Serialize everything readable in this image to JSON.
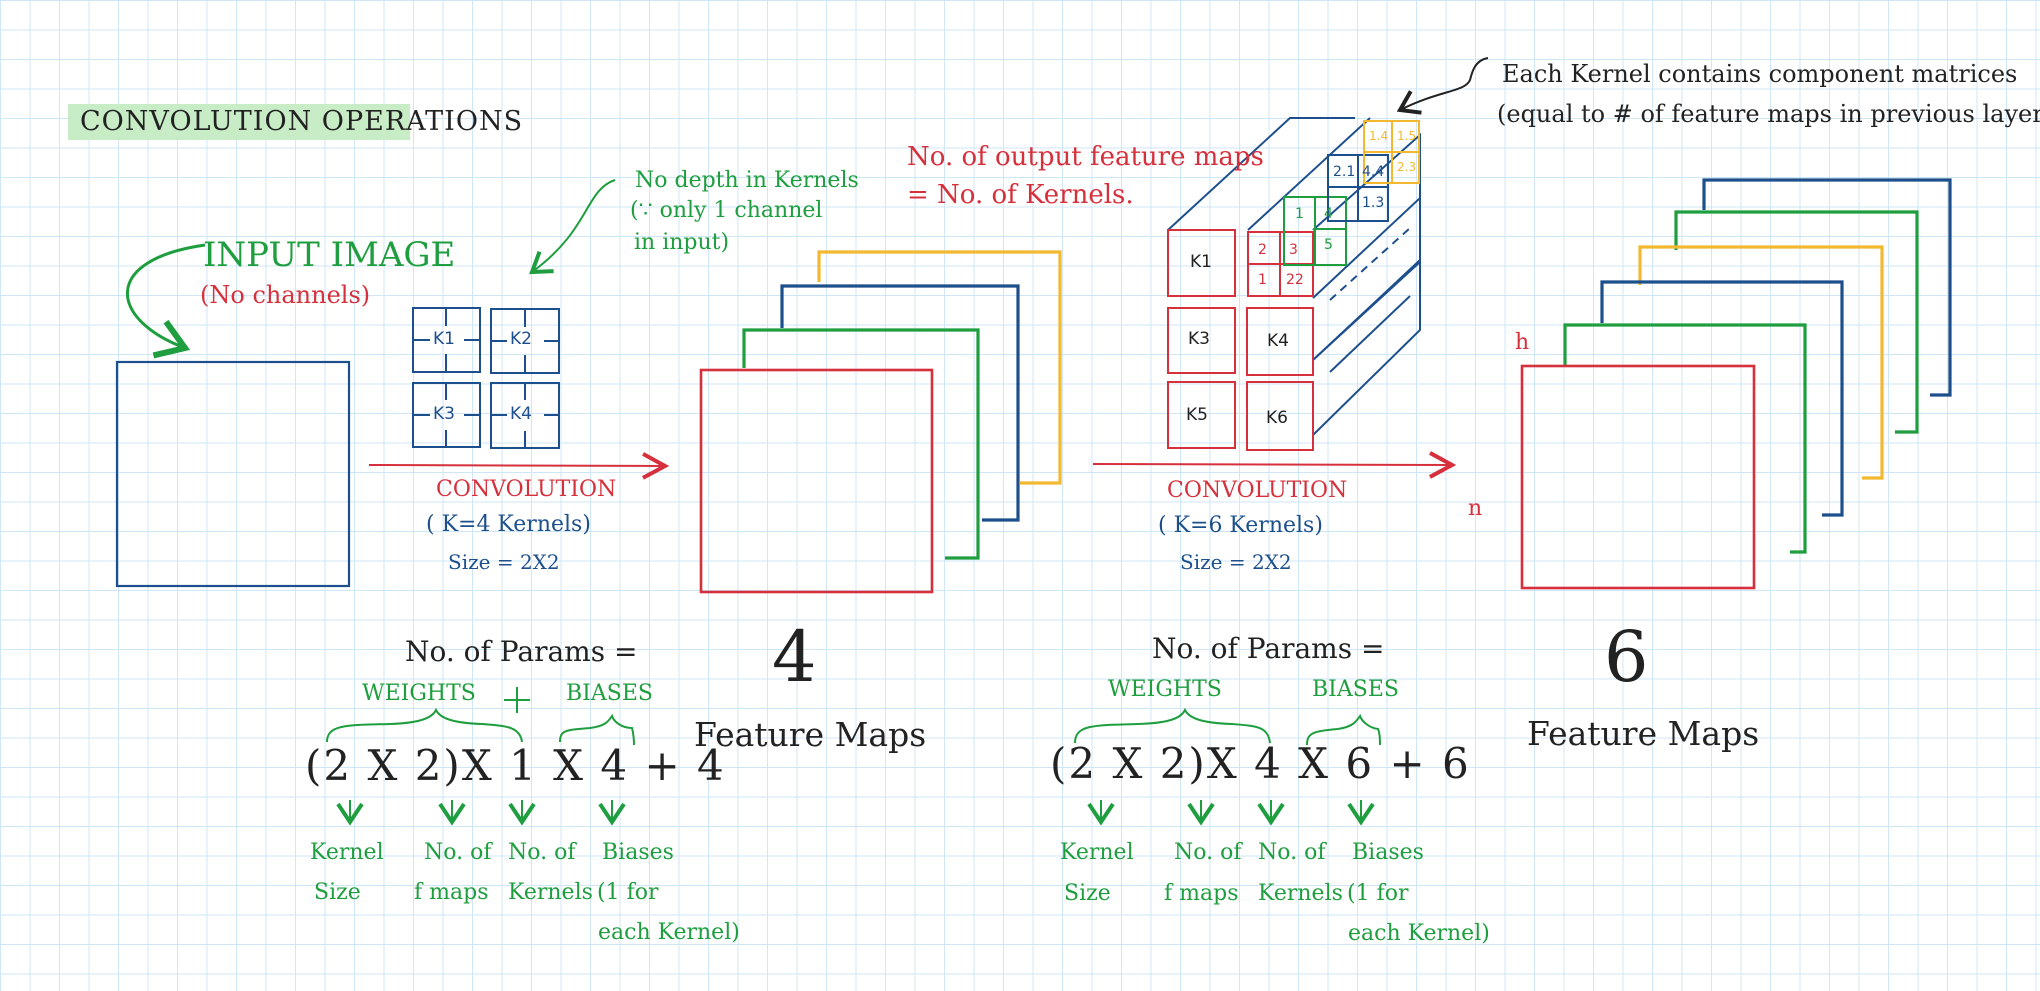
{
  "title": "CONVOLUTION OPERATIONS",
  "input": {
    "label": "INPUT IMAGE",
    "sublabel": "(No channels)"
  },
  "notes": {
    "no_depth": [
      "No depth in Kernels",
      "(∵ only 1 channel",
      "in input)"
    ],
    "output_maps": [
      "No. of output feature maps",
      "= No. of Kernels."
    ],
    "component": [
      "Each Kernel contains component matrices",
      "(equal to # of feature maps in previous layer)"
    ]
  },
  "kernels_layer1": [
    "K1",
    "K2",
    "K3",
    "K4"
  ],
  "kernels_layer2": [
    "K1",
    "K3",
    "K5",
    "K4",
    "K6"
  ],
  "kernel_components": {
    "red": [
      "2",
      "3",
      "1",
      "22"
    ],
    "green": [
      "1",
      "4",
      "5"
    ],
    "blue": [
      "2.1",
      "4.4",
      "1.3"
    ],
    "yellow": [
      "1.4",
      "1.5",
      "2.3"
    ]
  },
  "conv1": {
    "label": "CONVOLUTION",
    "kernels": "( K=4 Kernels)",
    "size": "Size = 2X2"
  },
  "conv2": {
    "label": "CONVOLUTION",
    "kernels": "( K=6 Kernels)",
    "size": "Size = 2X2"
  },
  "maps1": {
    "count": "4",
    "label": "Feature Maps"
  },
  "maps2": {
    "count": "6",
    "label": "Feature Maps"
  },
  "dims": {
    "h": "h",
    "w": "n"
  },
  "params1": {
    "heading": "No. of Params =",
    "weights": "WEIGHTS",
    "plus": "+",
    "biases": "BIASES",
    "formula": "(2 X 2)X 1 X 4 + 4",
    "annotations": [
      [
        "Kernel",
        "Size"
      ],
      [
        "No. of",
        "f maps"
      ],
      [
        "No. of",
        "Kernels"
      ],
      [
        "Biases",
        "(1 for",
        "each Kernel)"
      ]
    ]
  },
  "params2": {
    "heading": "No. of Params =",
    "weights": "WEIGHTS",
    "biases": "BIASES",
    "formula": "(2 X 2)X 4 X 6 + 6",
    "annotations": [
      [
        "Kernel",
        "Size"
      ],
      [
        "No. of",
        "f maps"
      ],
      [
        "No. of",
        "Kernels"
      ],
      [
        "Biases",
        "(1 for",
        "each Kernel)"
      ]
    ]
  },
  "colors": {
    "red": "#d6303c",
    "green": "#1e9e3e",
    "blue": "#1d4f8c",
    "yellow": "#f2b930",
    "title_bg": "#c8ecc6"
  }
}
